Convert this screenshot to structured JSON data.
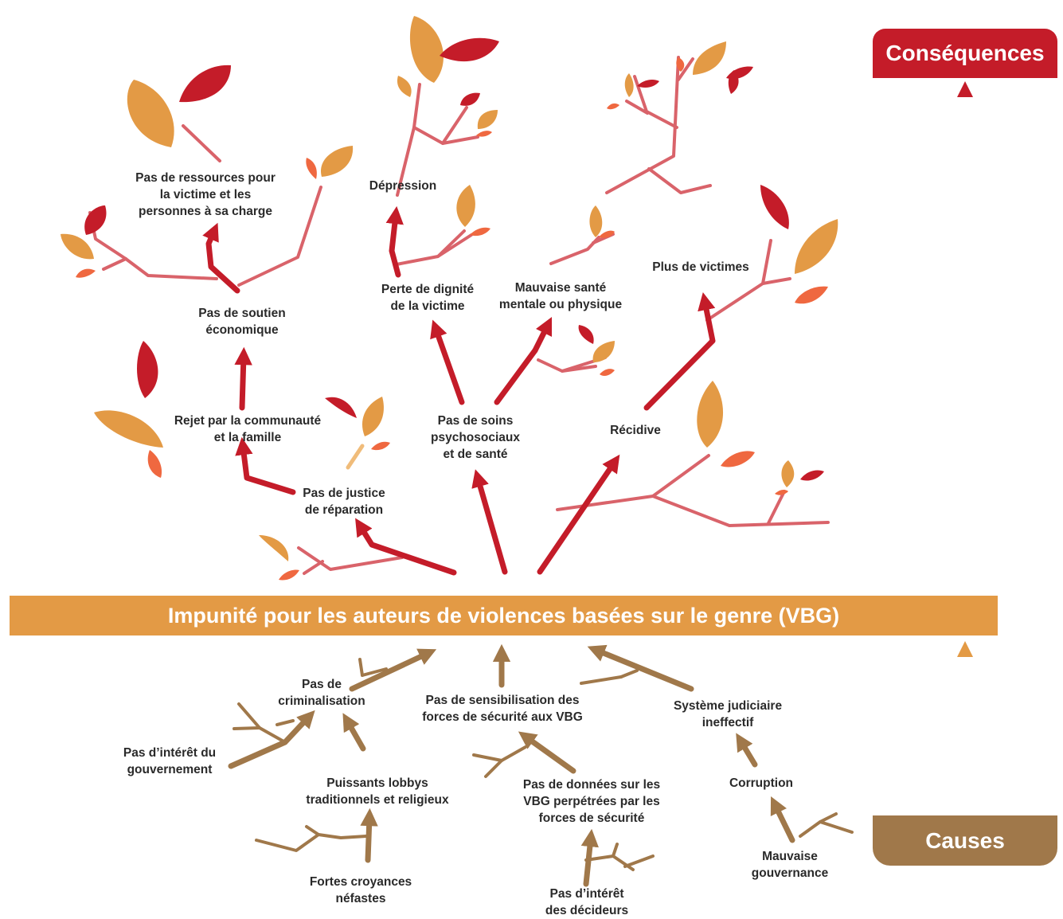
{
  "title": "Impunité pour les auteurs de violences basées sur le genre (VBG)",
  "legend": {
    "consequences": "Conséquences",
    "causes": "Causes"
  },
  "colors": {
    "band": "#e39a45",
    "consequence_arrow": "#c41c29",
    "branch": "#d9636a",
    "cause": "#a0784a",
    "leaf_orange": "#e39a45",
    "leaf_red": "#c41c29",
    "leaf_coral": "#ef6840"
  },
  "consequences": {
    "pas_justice": "Pas de justice\nde réparation",
    "rejet": "Rejet par la communauté\net la famille",
    "soutien": "Pas de soutien\néconomique",
    "ressources": "Pas de ressources pour\nla victime et les\npersonnes à sa charge",
    "soins": "Pas de soins\npsychosociaux\net de santé",
    "dignite": "Perte de dignité\nde la victime",
    "depression": "Dépression",
    "sante": "Mauvaise santé\nmentale ou physique",
    "recidive": "Récidive",
    "plus_victimes": "Plus de victimes"
  },
  "causes": {
    "criminalisation": "Pas de\ncriminalisation",
    "interet_gouv": "Pas d’intérêt du\ngouvernement",
    "lobbys": "Puissants lobbys\ntraditionnels et religieux",
    "croyances": "Fortes croyances\nnéfastes",
    "sensibilisation": "Pas de sensibilisation des\nforces de sécurité aux VBG",
    "donnees": "Pas de données sur les\nVBG perpétrées par les\nforces de sécurité",
    "interet_decideurs": "Pas d’intérêt\ndes décideurs",
    "judiciaire": "Système judiciaire\nineffectif",
    "corruption": "Corruption",
    "gouvernance": "Mauvaise\ngouvernance"
  }
}
